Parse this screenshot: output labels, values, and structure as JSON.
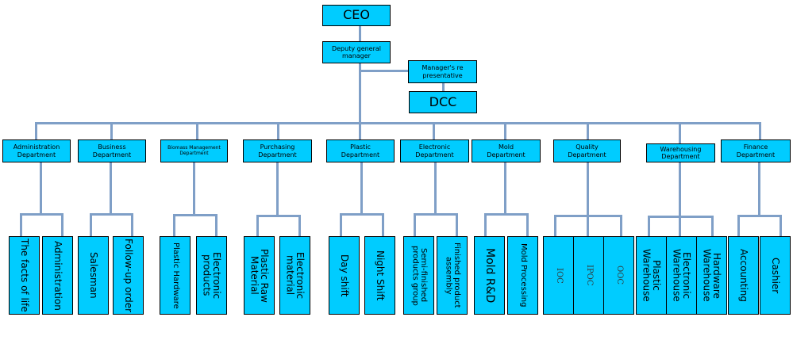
{
  "chart_data": {
    "type": "org-chart",
    "root": "CEO",
    "nodes": {
      "ceo": "CEO",
      "deputy": "Deputy general manager",
      "manager_rep": "Manager's re presentative",
      "dcc": "DCC"
    },
    "departments": [
      {
        "name": "Administration Department",
        "children": [
          "The facts of life",
          "Administration"
        ]
      },
      {
        "name": "Business Department",
        "children": [
          "Salesman",
          "Follow-up order"
        ]
      },
      {
        "name": "Biomass Management Department",
        "children": [
          "Plastic Hardware",
          "Electronic products"
        ]
      },
      {
        "name": "Purchasing Department",
        "children": [
          "Plastic Raw Material",
          "Electronic material"
        ]
      },
      {
        "name": "Plastic Department",
        "children": [
          "Day shift",
          "Night Shift"
        ]
      },
      {
        "name": "Electronic Department",
        "children": [
          "Semi-finished products group",
          "Finished product assembly"
        ]
      },
      {
        "name": "Mold Department",
        "children": [
          "Mold R&D",
          "Mold Processing"
        ]
      },
      {
        "name": "Quality Department",
        "children": [
          "IOC",
          "IPOC",
          "OOC"
        ]
      },
      {
        "name": "Warehousing Department",
        "children": [
          "Plastic Warehouse",
          "Electronic Warehouse",
          "Hardware Warehouse"
        ]
      },
      {
        "name": "Finance Department",
        "children": [
          "Accounting",
          "Cashier"
        ]
      }
    ]
  },
  "colors": {
    "box_fill": "#00ccff",
    "connector": "#7f9fc7",
    "border": "#000000"
  },
  "top": {
    "ceo": "CEO",
    "deputy_line1": "Deputy general",
    "deputy_line2": "manager",
    "rep_line1": "Manager's re",
    "rep_line2": "presentative",
    "dcc": "DCC"
  },
  "depts": [
    {
      "l1": "Administration",
      "l2": "Department"
    },
    {
      "l1": "Business",
      "l2": "Department"
    },
    {
      "l1": "Biomass Management",
      "l2": "Department"
    },
    {
      "l1": "Purchasing",
      "l2": "Department"
    },
    {
      "l1": "Plastic",
      "l2": "Department"
    },
    {
      "l1": "Electronic",
      "l2": "Department"
    },
    {
      "l1": "Mold",
      "l2": "Department"
    },
    {
      "l1": "Quality",
      "l2": "Department"
    },
    {
      "l1": "Warehousing",
      "l2": "Department"
    },
    {
      "l1": "Finance",
      "l2": "Department"
    }
  ],
  "subs": {
    "admin": [
      "The facts of life",
      "Administration"
    ],
    "business": [
      "Salesman",
      "Follow-up order"
    ],
    "biomass": [
      [
        "Plastic Hardware"
      ],
      [
        "Electronic",
        "products"
      ]
    ],
    "purchasing": [
      [
        "Plastic Raw",
        "Material"
      ],
      [
        "Electronic",
        "material"
      ]
    ],
    "plastic": [
      "Day shift",
      "Night Shift"
    ],
    "electronic": [
      [
        "Semi-finished",
        "products group"
      ],
      [
        "Finished product",
        "assembly"
      ]
    ],
    "mold": [
      "Mold R&D",
      "Mold Processing"
    ],
    "quality": [
      "IOC",
      "IPOC",
      "OOC"
    ],
    "warehousing": [
      [
        "Plastic",
        "Warehouse"
      ],
      [
        "Electronic",
        "Warehouse"
      ],
      [
        "Hardware",
        "Warehouse"
      ]
    ],
    "finance": [
      "Accounting",
      "Cashier"
    ]
  }
}
